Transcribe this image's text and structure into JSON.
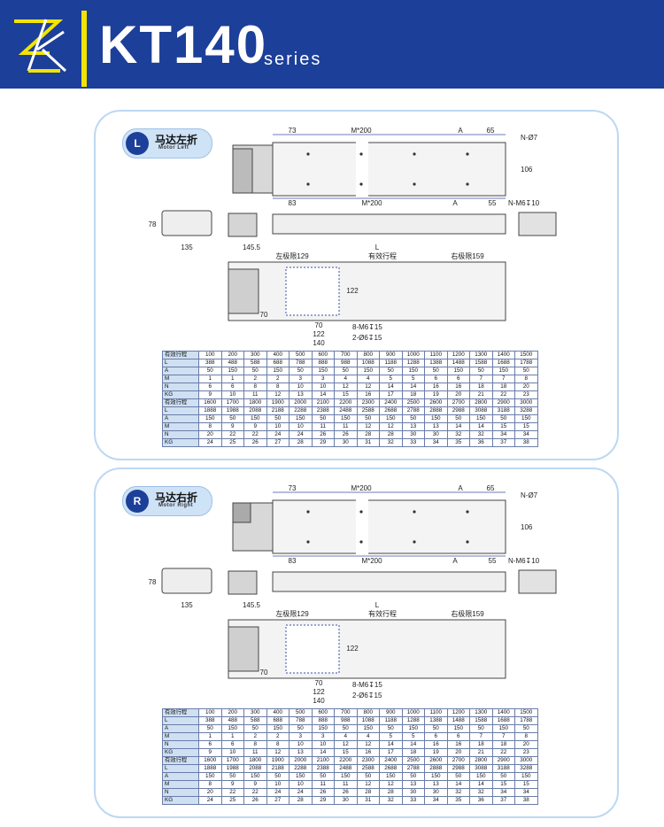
{
  "header": {
    "title": "KT140",
    "subtitle": "series",
    "logo_icon": "zk-logo-icon",
    "bg_color": "#1c3f99",
    "accent_color": "#f2e400"
  },
  "panels": [
    {
      "badge_letter": "L",
      "badge_cn": "马达左折",
      "badge_en": "Motor Left"
    },
    {
      "badge_letter": "R",
      "badge_cn": "马达右折",
      "badge_en": "Motor Right"
    }
  ],
  "dims": {
    "top_73": "73",
    "top_m200": "M*200",
    "top_a": "A",
    "top_65": "65",
    "n_hole": "N-Ø7",
    "h_106": "106",
    "bot_83": "83",
    "bot_m200": "M*200",
    "bot_a": "A",
    "bot_55": "55",
    "n_m6": "N-M6↧10",
    "end_78": "78",
    "end_135": "135",
    "len_145": "145.5",
    "len_l": "L",
    "left_limit": "左极限129",
    "stroke": "有效行程",
    "right_limit": "右极限159",
    "d_122": "122",
    "d_70": "70",
    "d_70b": "70",
    "d_122b": "122",
    "d_140": "140",
    "m6_15": "8-M6↧15",
    "pin_15": "2-Ø6↧15"
  },
  "spec_table": {
    "rows": [
      {
        "label": "有效行程",
        "values": [
          "100",
          "200",
          "300",
          "400",
          "500",
          "600",
          "700",
          "800",
          "900",
          "1000",
          "1100",
          "1200",
          "1300",
          "1400",
          "1500"
        ]
      },
      {
        "label": "L",
        "values": [
          "388",
          "488",
          "588",
          "688",
          "788",
          "888",
          "988",
          "1088",
          "1188",
          "1288",
          "1388",
          "1488",
          "1588",
          "1688",
          "1788"
        ]
      },
      {
        "label": "A",
        "values": [
          "50",
          "150",
          "50",
          "150",
          "50",
          "150",
          "50",
          "150",
          "50",
          "150",
          "50",
          "150",
          "50",
          "150",
          "50"
        ]
      },
      {
        "label": "M",
        "values": [
          "1",
          "1",
          "2",
          "2",
          "3",
          "3",
          "4",
          "4",
          "5",
          "5",
          "6",
          "6",
          "7",
          "7",
          "8"
        ]
      },
      {
        "label": "N",
        "values": [
          "6",
          "6",
          "8",
          "8",
          "10",
          "10",
          "12",
          "12",
          "14",
          "14",
          "16",
          "16",
          "18",
          "18",
          "20"
        ]
      },
      {
        "label": "KG",
        "values": [
          "9",
          "10",
          "11",
          "12",
          "13",
          "14",
          "15",
          "16",
          "17",
          "18",
          "19",
          "20",
          "21",
          "22",
          "23"
        ]
      },
      {
        "label": "有效行程",
        "values": [
          "1600",
          "1700",
          "1800",
          "1900",
          "2000",
          "2100",
          "2200",
          "2300",
          "2400",
          "2500",
          "2600",
          "2700",
          "2800",
          "2900",
          "3000"
        ]
      },
      {
        "label": "L",
        "values": [
          "1888",
          "1988",
          "2088",
          "2188",
          "2288",
          "2388",
          "2488",
          "2588",
          "2688",
          "2788",
          "2888",
          "2988",
          "3088",
          "3188",
          "3288"
        ]
      },
      {
        "label": "A",
        "values": [
          "150",
          "50",
          "150",
          "50",
          "150",
          "50",
          "150",
          "50",
          "150",
          "50",
          "150",
          "50",
          "150",
          "50",
          "150"
        ]
      },
      {
        "label": "M",
        "values": [
          "8",
          "9",
          "9",
          "10",
          "10",
          "11",
          "11",
          "12",
          "12",
          "13",
          "13",
          "14",
          "14",
          "15",
          "15"
        ]
      },
      {
        "label": "N",
        "values": [
          "20",
          "22",
          "22",
          "24",
          "24",
          "26",
          "26",
          "28",
          "28",
          "30",
          "30",
          "32",
          "32",
          "34",
          "34"
        ]
      },
      {
        "label": "KG",
        "values": [
          "24",
          "25",
          "26",
          "27",
          "28",
          "29",
          "30",
          "31",
          "32",
          "33",
          "34",
          "35",
          "36",
          "37",
          "38"
        ]
      }
    ]
  }
}
